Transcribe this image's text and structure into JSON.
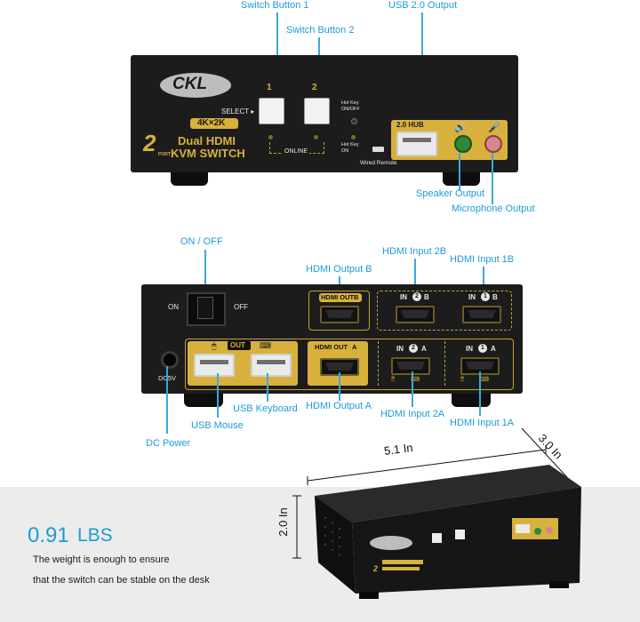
{
  "front_panel": {
    "brand": "CKL",
    "select_label": "SELECT ▸",
    "button_1": "1",
    "button_2": "2",
    "hotkey_onoff": "Hot Key ON/OFF",
    "hotkey_on": "Hot Key ON",
    "online_label": "ONLINE",
    "resolution": "4K×2K",
    "product_line1": "Dual HDMI",
    "product_line2": "KVM SWITCH",
    "port_count": "2",
    "port_word": "PORT",
    "hub_label": "2.0 HUB",
    "wired_remote_label": "Wired Remote"
  },
  "front_callouts": {
    "switch_button_1": "Switch Button 1",
    "switch_button_2": "Switch Button 2",
    "usb_output": "USB 2.0 Output",
    "speaker_output": "Speaker Output",
    "microphone_output": "Microphone Output"
  },
  "back_panel": {
    "on": "ON",
    "off": "OFF",
    "dc_label": "DC5V",
    "hdmi_out_b": "HDMI OUT",
    "hdmi_out_b_letter": "B",
    "hdmi_out_a": "HDMI OUT",
    "hdmi_out_a_letter": "A",
    "in2b": "IN",
    "in2b_num": "2",
    "in2b_letter": "B",
    "in1b": "IN",
    "in1b_num": "1",
    "in1b_letter": "B",
    "in2a": "IN",
    "in2a_num": "2",
    "in2a_letter": "A",
    "in1a": "IN",
    "in1a_num": "1",
    "in1a_letter": "A",
    "usb_out": "OUT"
  },
  "back_callouts": {
    "on_off": "ON / OFF",
    "hdmi_input_2b": "HDMI Input 2B",
    "hdmi_output_b": "HDMI Output B",
    "hdmi_input_1b": "HDMI Input 1B",
    "dc_power": "DC Power",
    "usb_mouse": "USB Mouse",
    "usb_keyboard": "USB Keyboard",
    "hdmi_output_a": "HDMI Output A",
    "hdmi_input_2a": "HDMI Input 2A",
    "hdmi_input_1a": "HDMI Input 1A"
  },
  "dimensions": {
    "width": "5.1 In",
    "depth": "3.0 In",
    "height": "2.0 In"
  },
  "weight": {
    "value": "0.91",
    "unit": "LBS",
    "line1": "The weight is enough to ensure",
    "line2": "that the switch can be stable on the desk"
  },
  "colors": {
    "callout": "#1d9bd8",
    "gold": "#d8b13c",
    "device": "#1c1c1c"
  }
}
